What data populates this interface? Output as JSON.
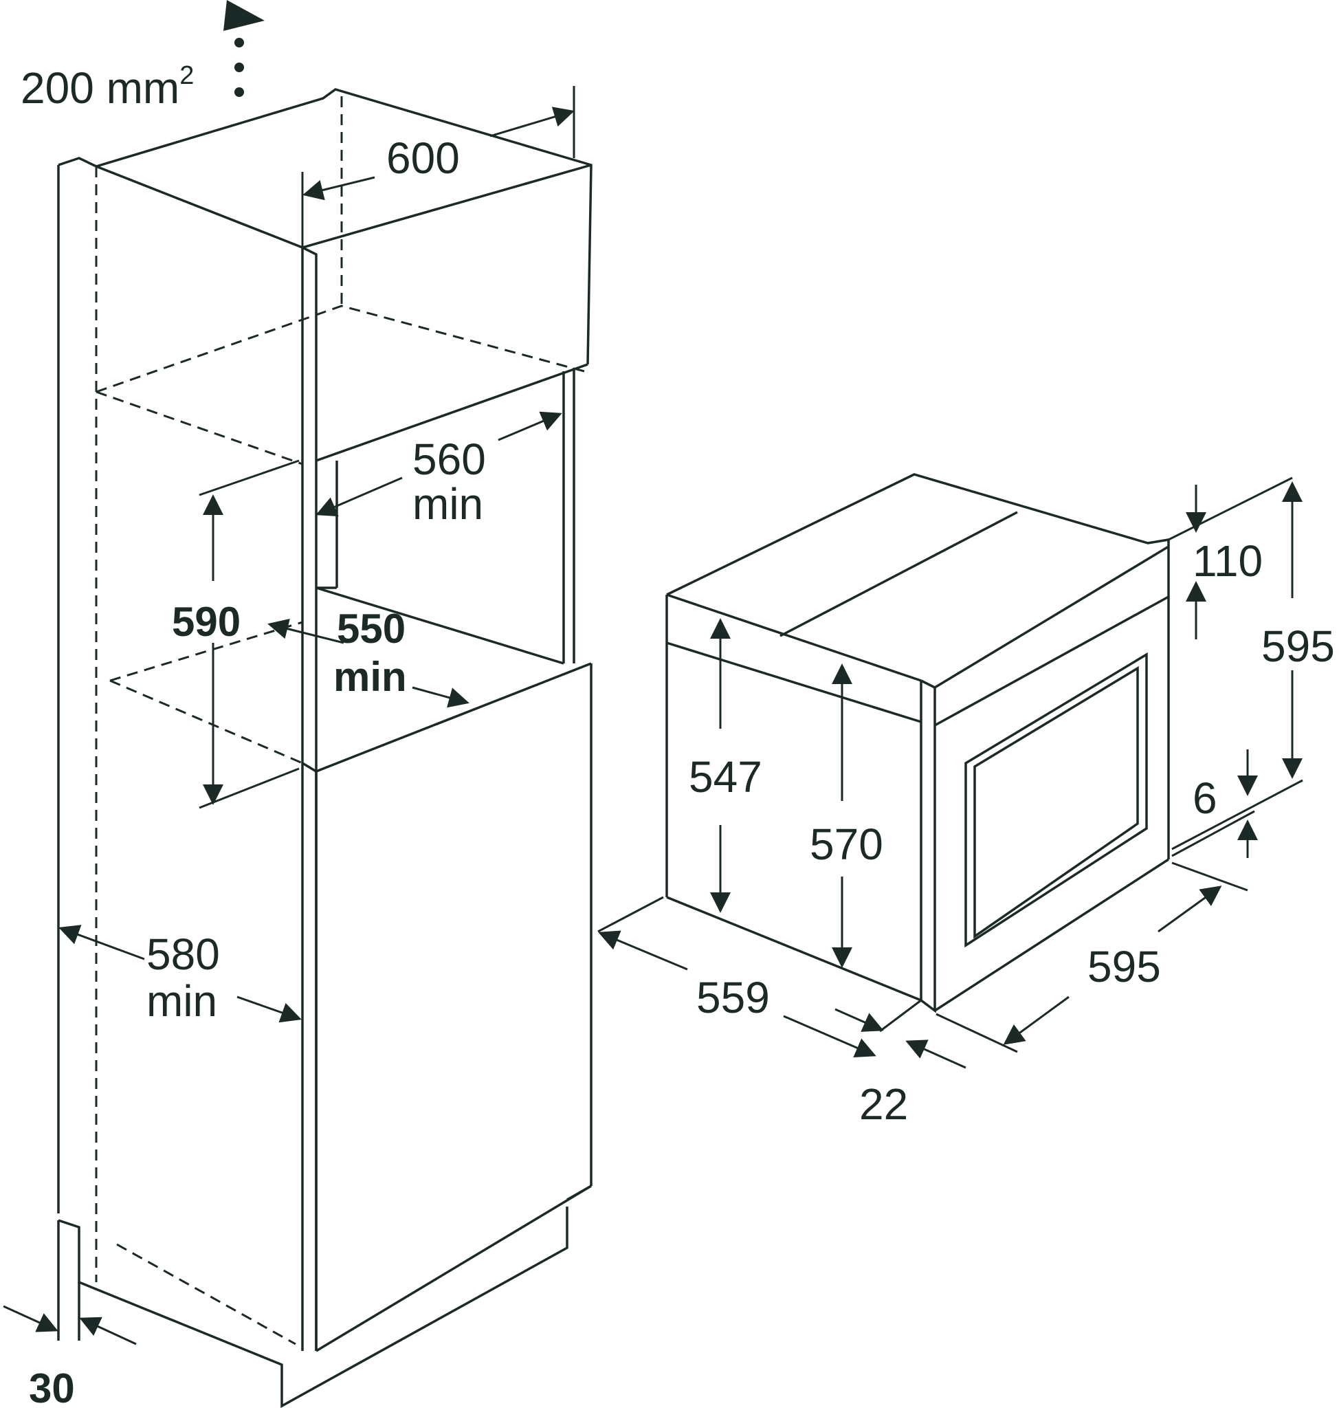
{
  "colors": {
    "ink": "#1b2a26",
    "background": "#ffffff"
  },
  "cabinet": {
    "vent_area": "200 mm",
    "vent_area_sup": "2",
    "depth": "600",
    "niche_depth": "560",
    "niche_depth_unit": "min",
    "niche_height": "590",
    "niche_width": "550",
    "niche_width_unit": "min",
    "cabinet_depth": "580",
    "cabinet_depth_unit": "min",
    "plinth_gap": "30"
  },
  "oven": {
    "top_panel_height": "110",
    "total_height": "595",
    "side_height": "547",
    "body_height": "570",
    "bottom_gap": "6",
    "width": "595",
    "body_depth": "559",
    "door_depth": "22"
  }
}
